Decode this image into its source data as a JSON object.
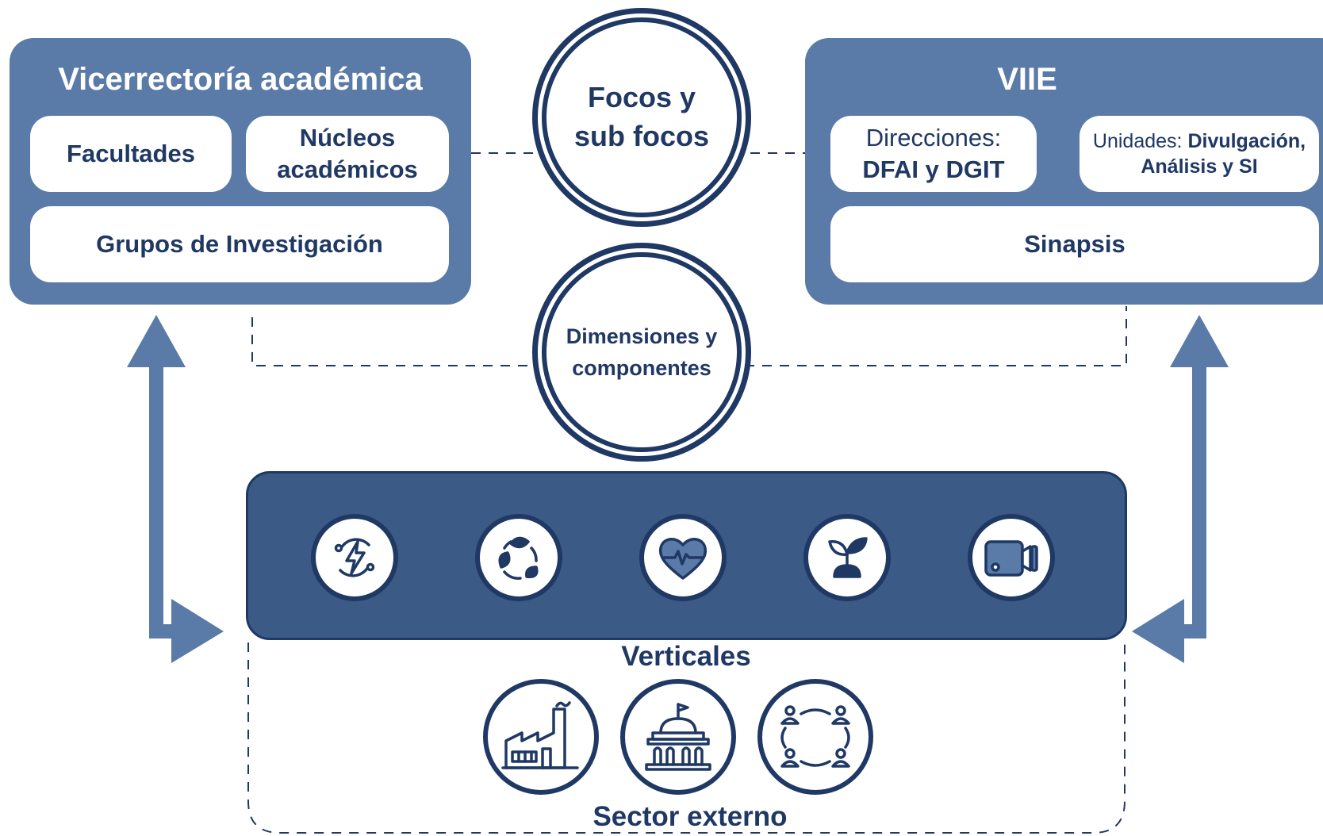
{
  "left_panel": {
    "title": "Vicerrectoría académica",
    "cards": {
      "facultades": "Facultades",
      "nucleos_line1": "Núcleos",
      "nucleos_line2": "académicos",
      "grupos": "Grupos de Investigación"
    }
  },
  "right_panel": {
    "title": "VIIE",
    "cards": {
      "direcciones_line1": "Direcciones:",
      "direcciones_line2": "DFAI y DGIT",
      "unidades_prefix": "Unidades: ",
      "unidades_bold1": "Divulgación,",
      "unidades_line2": "Análisis y SI",
      "sinapsis": "Sinapsis"
    }
  },
  "center": {
    "focos_line1": "Focos y",
    "focos_line2": "sub focos",
    "dimensiones_line1": "Dimensiones y",
    "dimensiones_line2": "componentes"
  },
  "verticales": {
    "label": "Verticales",
    "icons": [
      "energy-icon",
      "recycle-leaves-icon",
      "heart-pulse-icon",
      "sprout-icon",
      "video-camera-icon"
    ]
  },
  "sector_externo": {
    "label": "Sector externo",
    "icons": [
      "factory-icon",
      "government-building-icon",
      "community-network-icon"
    ]
  },
  "colors": {
    "panel": "#5a7aa8",
    "dark_navy": "#1f3864",
    "verticales_box": "#3b5a86",
    "arrow": "#5a7aa8"
  }
}
